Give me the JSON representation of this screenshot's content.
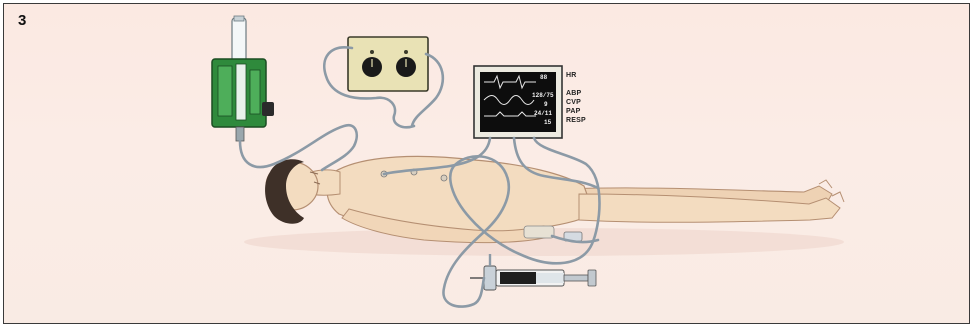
{
  "figure": {
    "panel_number": "3"
  },
  "monitor": {
    "labels": [
      "HR",
      "ABP",
      "CVP",
      "PAP",
      "RESP"
    ],
    "values": [
      "88",
      "128/75",
      "9",
      "24/11",
      "15"
    ]
  },
  "colors": {
    "background": "#fbeae3",
    "skin": "#f3dcc0",
    "hair": "#3e3028",
    "tubing": "#8c9aa6",
    "flowmeter": "#2f8a3c",
    "monitor_screen": "#0d0d0d",
    "control_box": "#e9e2b5"
  },
  "icons": {
    "oxygen_flowmeter": "flowmeter-icon",
    "pressure_controller": "control-box-icon",
    "vital_monitor": "monitor-icon",
    "syringe": "syringe-icon",
    "patient": "supine-patient-icon"
  }
}
